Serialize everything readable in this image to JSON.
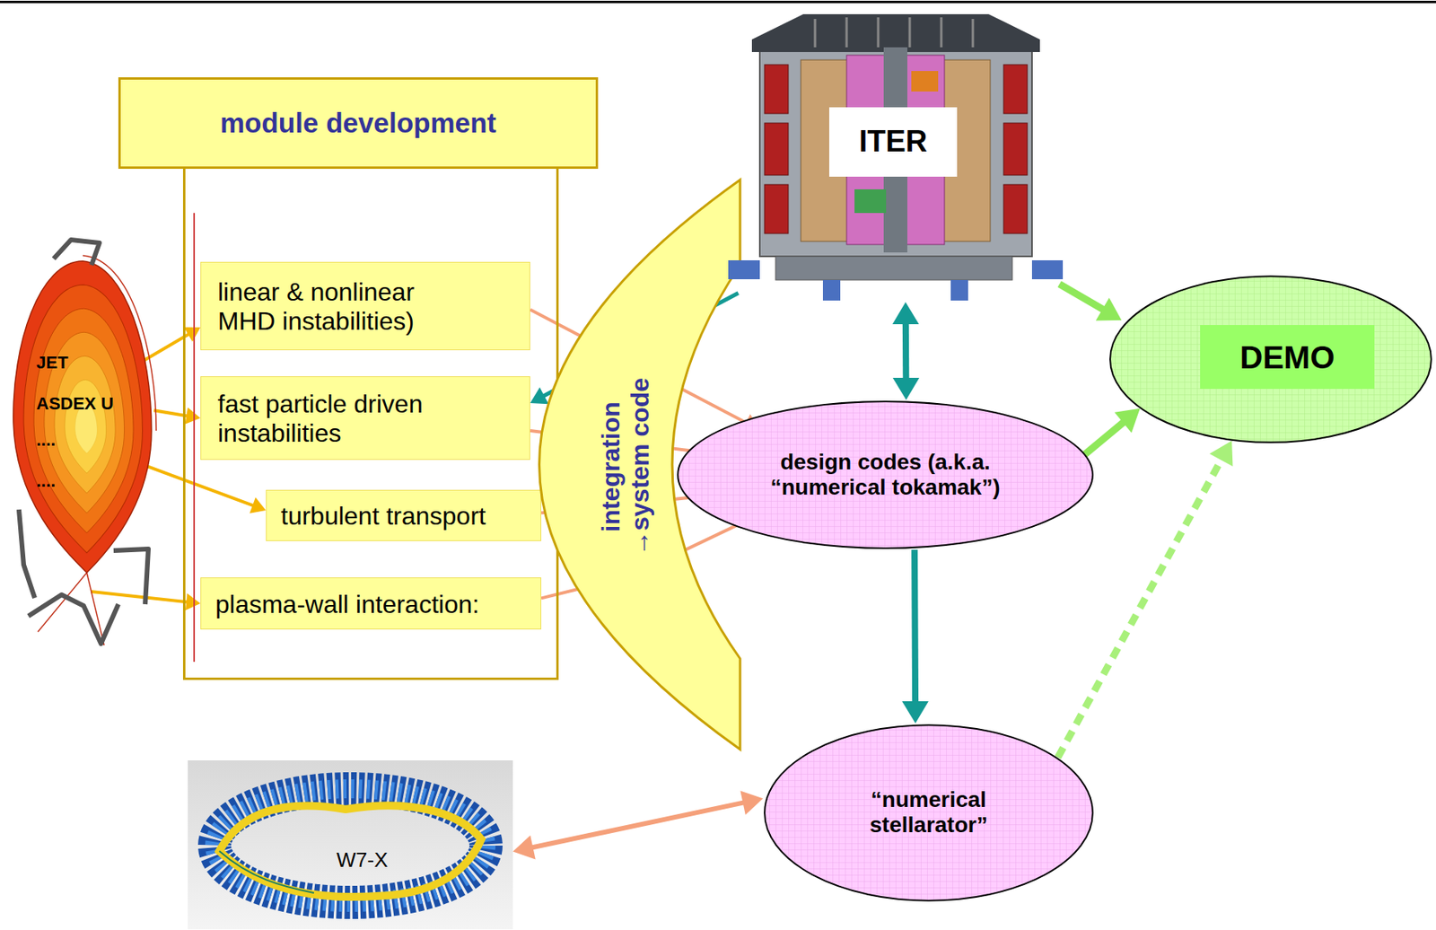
{
  "diagram": {
    "nodes": [
      {
        "text": [
          "module development"
        ]
      },
      {
        "text": [
          "linear & nonlinear MHD instabilities)"
        ],
        "in": 0
      },
      {
        "text": [
          "fast particle driven instabilities"
        ],
        "in": 0
      },
      {
        "text": [
          "turbulent transport"
        ],
        "in": 0
      },
      {
        "text": [
          "plasma-wall interaction:"
        ],
        "in": 0
      },
      {
        "text": [
          "JET",
          "ASDEX U",
          "....",
          "...."
        ]
      },
      {
        "text": [
          "integration →system code"
        ]
      },
      {
        "text": [
          "ITER"
        ]
      },
      {
        "text": [
          "design codes (a.k.a. “numerical tokamak”)"
        ]
      },
      {
        "text": [
          "DEMO"
        ]
      },
      {
        "text": [
          "“numerical stellarator”"
        ]
      },
      {
        "text": [
          "W7-X"
        ]
      }
    ],
    "edges": [
      {
        "from": 5,
        "to": 1,
        "arrow": "to"
      },
      {
        "from": 5,
        "to": 2,
        "arrow": "to"
      },
      {
        "from": 5,
        "to": 3,
        "arrow": "to"
      },
      {
        "from": 5,
        "to": 4,
        "arrow": "to"
      },
      {
        "from": 1,
        "to": 8,
        "arrow": "to"
      },
      {
        "from": 2,
        "to": 8,
        "arrow": "to"
      },
      {
        "from": 3,
        "to": 8,
        "arrow": "to"
      },
      {
        "from": 4,
        "to": 6,
        "arrow": "to"
      },
      {
        "from": 6,
        "to": 8,
        "arrow": "to"
      },
      {
        "from": 6,
        "to": 7,
        "arrow": "to"
      },
      {
        "from": 7,
        "to": 2,
        "arrow": "to"
      },
      {
        "from": 7,
        "to": 8,
        "arrow": "both"
      },
      {
        "from": 8,
        "to": 10,
        "arrow": "to"
      },
      {
        "from": 7,
        "to": 9,
        "arrow": "to"
      },
      {
        "from": 8,
        "to": 9,
        "arrow": "to"
      },
      {
        "from": 10,
        "to": 9,
        "arrow": "to"
      },
      {
        "from": 11,
        "to": 10,
        "arrow": "both"
      }
    ]
  }
}
